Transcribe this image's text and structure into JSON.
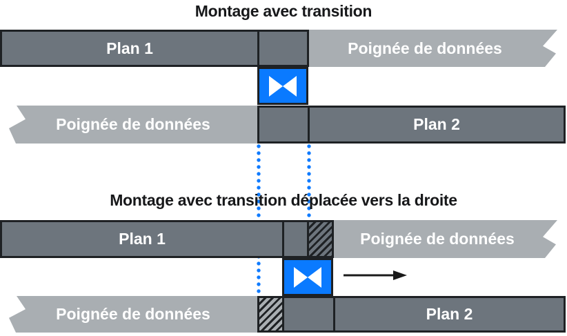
{
  "figure": {
    "diagram_top": {
      "title": "Montage avec transition",
      "track1_clip": "Plan 1",
      "track1_handle": "Poignée de données",
      "track2_handle": "Poignée de données",
      "track2_clip": "Plan 2"
    },
    "diagram_bottom": {
      "title": "Montage avec transition déplacée vers la droite",
      "track1_clip": "Plan 1",
      "track1_handle": "Poignée de données",
      "track2_handle": "Poignée de données",
      "track2_clip": "Plan 2"
    },
    "colors": {
      "clip_gray": "#6d757d",
      "handle_gray": "#a9aeb2",
      "transition_blue": "#0a7aff",
      "outline_black": "#1e2124",
      "guide_dot_blue": "#0f7bff",
      "label_white": "#ffffff"
    },
    "icons": {
      "transition": "bowtie-transition-icon",
      "move_direction": "right-arrow-icon"
    }
  }
}
